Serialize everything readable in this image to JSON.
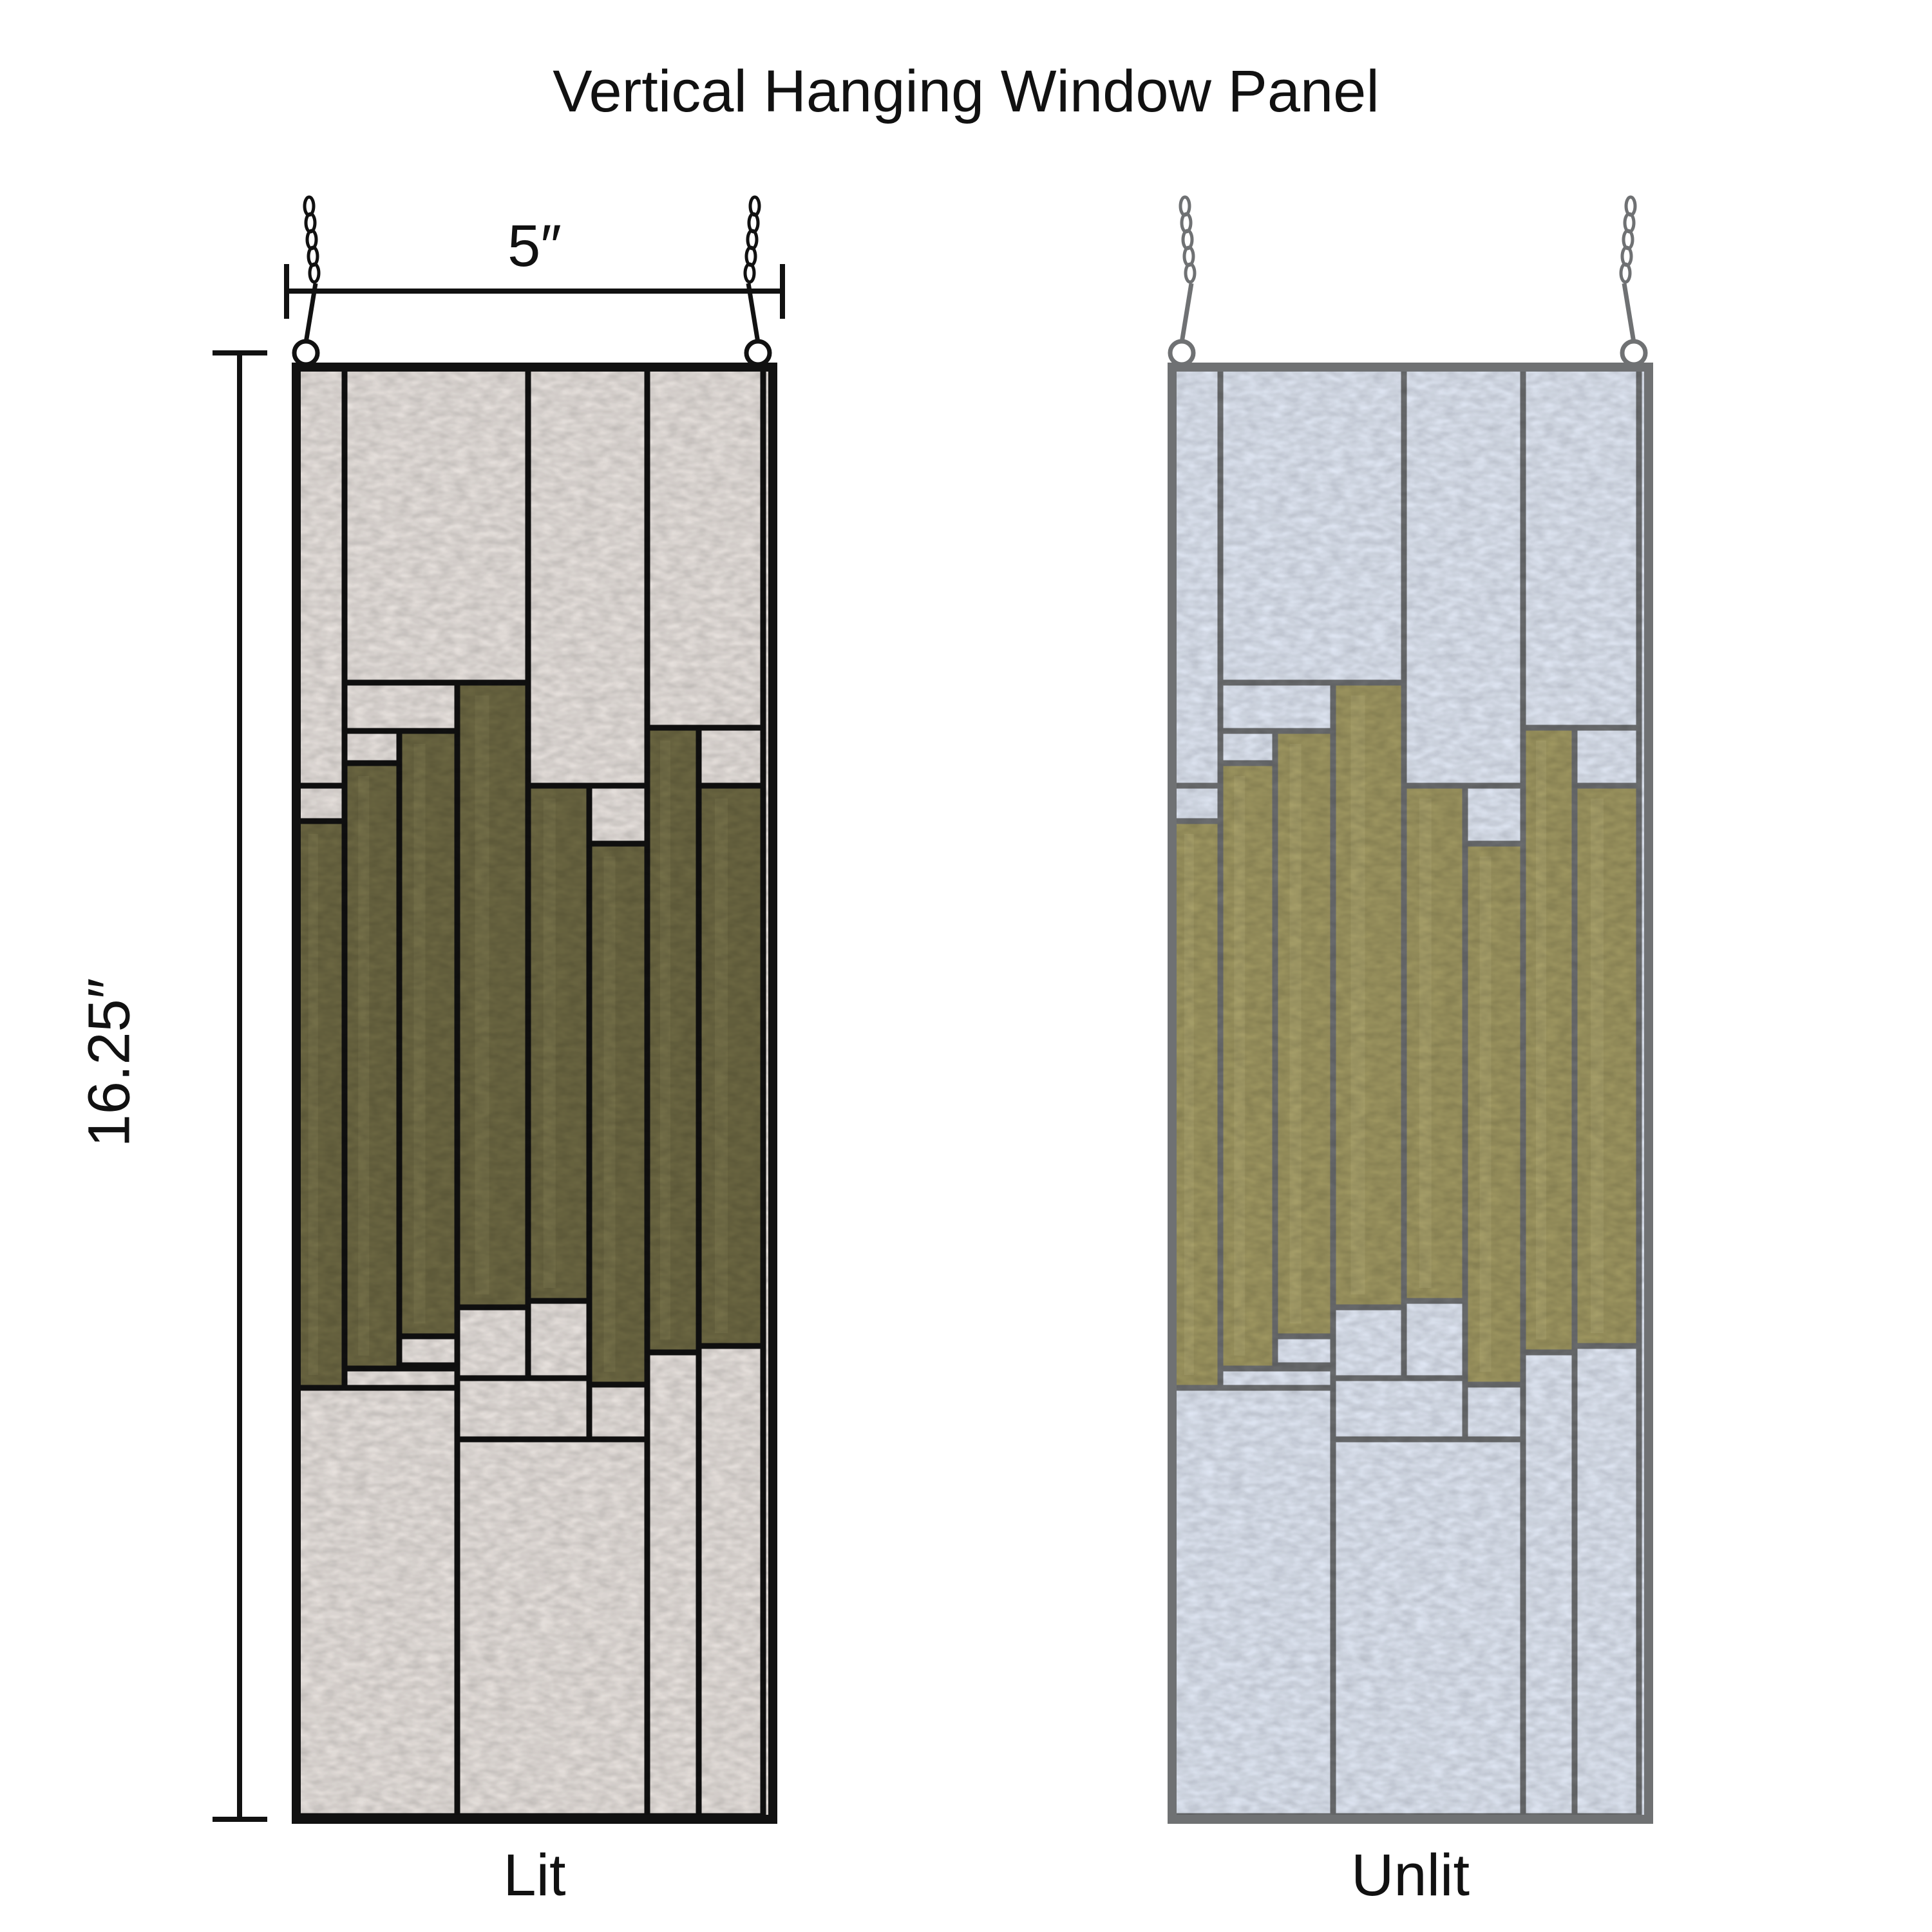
{
  "title": "Vertical Hanging Window Panel",
  "dimensions": {
    "width_label": "5″",
    "height_label": "16.25″"
  },
  "panels": [
    {
      "caption": "Lit",
      "frame_color": "#111111",
      "clear_glass": "#ece6e2",
      "amber_glass": "#6f6a44",
      "amber_highlight": "#8a8458"
    },
    {
      "caption": "Unlit",
      "frame_color": "#6f7173",
      "clear_glass": "#e4ebf8",
      "amber_glass": "#a29a63",
      "amber_highlight": "#bdb47e"
    }
  ]
}
